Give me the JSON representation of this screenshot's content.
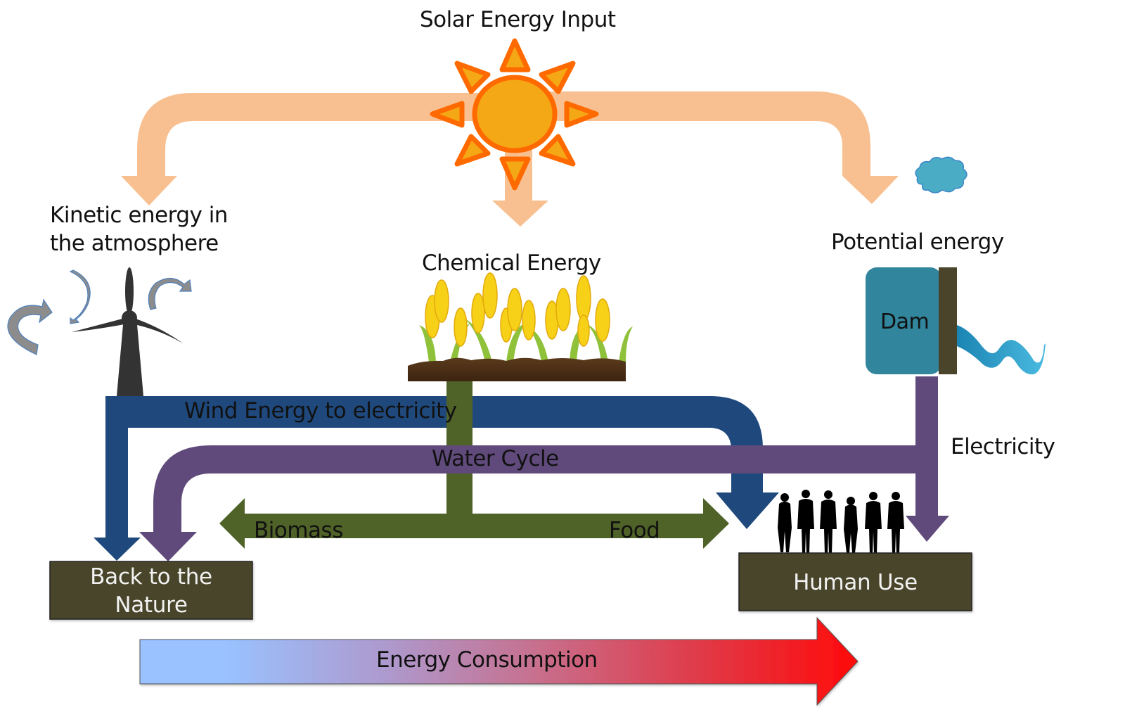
{
  "diagram": {
    "title": "Solar Energy Input",
    "nodes": {
      "kinetic": {
        "label_line1": "Kinetic energy in",
        "label_line2": "the atmosphere"
      },
      "chemical": {
        "label": "Chemical Energy"
      },
      "potential": {
        "label": "Potential energy"
      },
      "dam": {
        "label": "Dam"
      },
      "nature": {
        "label_line1": "Back to the",
        "label_line2": "Nature"
      },
      "human": {
        "label": "Human Use"
      }
    },
    "flows": {
      "wind": {
        "label": "Wind Energy to electricity"
      },
      "water": {
        "label": "Water Cycle"
      },
      "biomass": {
        "label": "Biomass"
      },
      "food": {
        "label": "Food"
      },
      "electricity": {
        "label": "Electricity"
      }
    },
    "scale": {
      "label": "Energy Consumption",
      "from": "Back to the Nature",
      "to": "Human Use"
    },
    "icons": [
      "sun-icon",
      "cloud-icon",
      "wind-turbine-icon",
      "corn-field-icon",
      "dam-icon",
      "water-wave-icon",
      "people-silhouettes-icon",
      "curved-wind-arrow-icon"
    ],
    "colors": {
      "solar_flow": "#f8c090",
      "sun_fill": "#f5a815",
      "sun_stroke": "#ff6a00",
      "wind_flow": "#1f497d",
      "water_flow": "#604a7b",
      "biomass_flow": "#4f6228",
      "box_fill": "#4a442a",
      "dam_fill": "#31859c",
      "cloud_fill": "#4bacc6",
      "gradient_start": "#99c2ff",
      "gradient_end": "#ff0a0a"
    }
  }
}
